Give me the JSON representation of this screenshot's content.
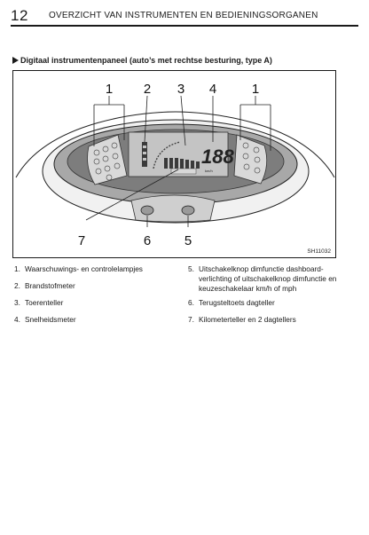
{
  "header": {
    "page_number": "12",
    "title": "OVERZICHT VAN INSTRUMENTEN EN BEDIENINGSORGANEN"
  },
  "section": {
    "title": "Digitaal instrumentenpaneel (auto’s met rechtse besturing, type A)"
  },
  "figure": {
    "callouts": [
      "1",
      "2",
      "3",
      "4",
      "1",
      "7",
      "6",
      "5"
    ],
    "speed_display": "188",
    "speed_unit": "km/h",
    "figure_code": "SH11032"
  },
  "legend": {
    "left": [
      {
        "num": "1.",
        "text": "Waarschuwings- en controlelampjes"
      },
      {
        "num": "2.",
        "text": "Brandstofmeter"
      },
      {
        "num": "3.",
        "text": "Toerenteller"
      },
      {
        "num": "4.",
        "text": "Snelheidsmeter"
      }
    ],
    "right": [
      {
        "num": "5.",
        "lines": [
          "Uitschakelknop dimfunctie dashboard-",
          "verlichting of uitschakelknop dimfunctie en",
          "keuzeschakelaar km/h of mph"
        ]
      },
      {
        "num": "6.",
        "lines": [
          "Terugsteltoets dagteller"
        ]
      },
      {
        "num": "7.",
        "lines": [
          "Kilometerteller en 2 dagtellers"
        ]
      }
    ]
  }
}
